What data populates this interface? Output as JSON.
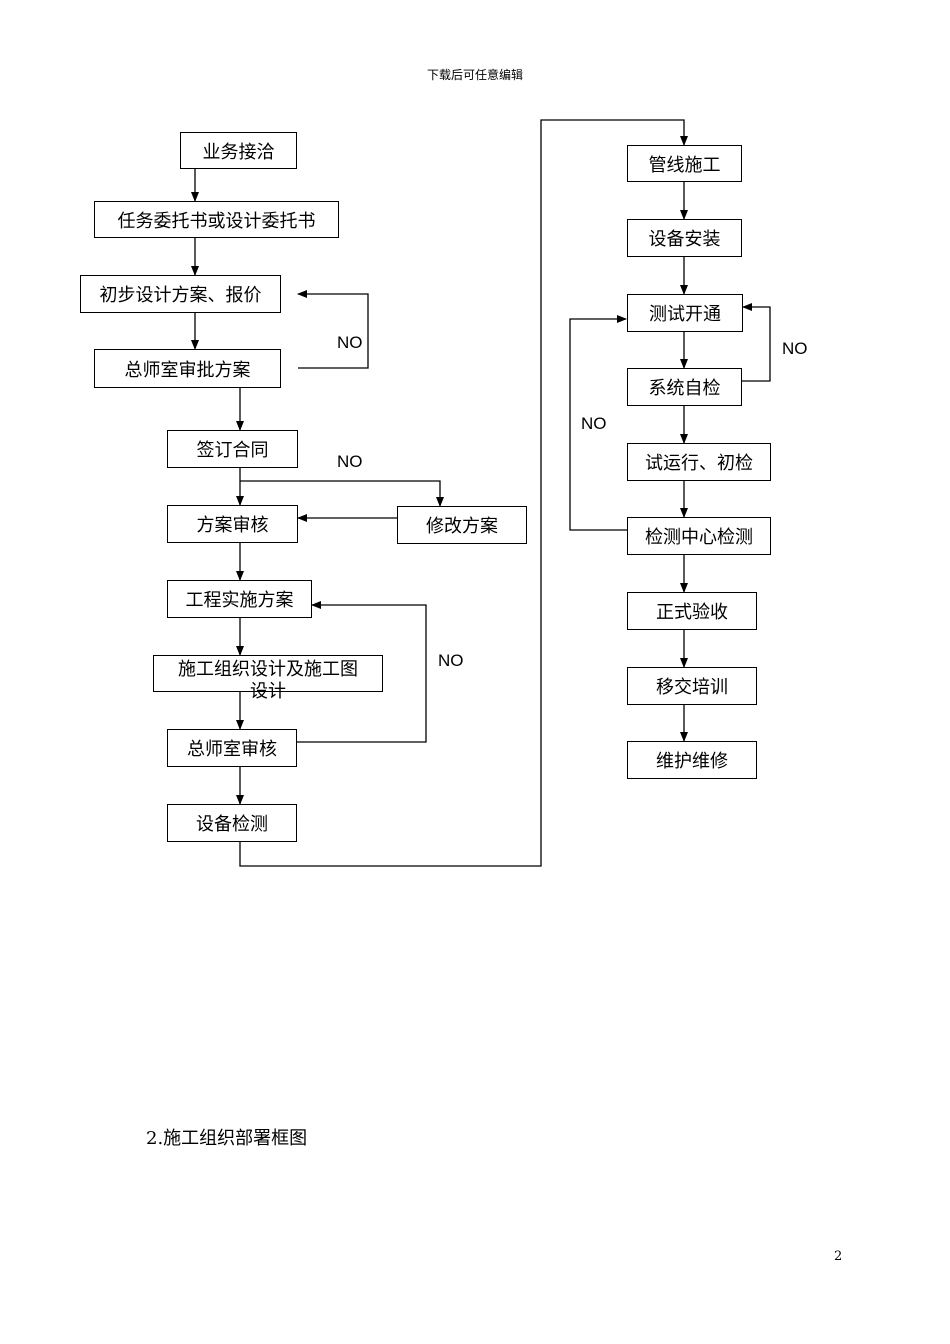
{
  "header": {
    "text": "下载后可任意编辑"
  },
  "flow_left": {
    "b1": "业务接洽",
    "b2": "任务委托书或设计委托书",
    "b3": "初步设计方案、报价",
    "b4": "总师室审批方案",
    "b5": "签订合同",
    "b6": "方案审核",
    "b7": "修改方案",
    "b8": "工程实施方案",
    "b9": "施工组织设计及施工图设计",
    "b10": "总师室审核",
    "b11": "设备检测"
  },
  "flow_right": {
    "r1": "管线施工",
    "r2": "设备安装",
    "r3": "测试开通",
    "r4": "系统自检",
    "r5": "试运行、初检",
    "r6": "检测中心检测",
    "r7": "正式验收",
    "r8": "移交培训",
    "r9": "维护维修"
  },
  "labels": {
    "no": "NO"
  },
  "section_title": "2.施工组织部署框图",
  "page_number": "2"
}
